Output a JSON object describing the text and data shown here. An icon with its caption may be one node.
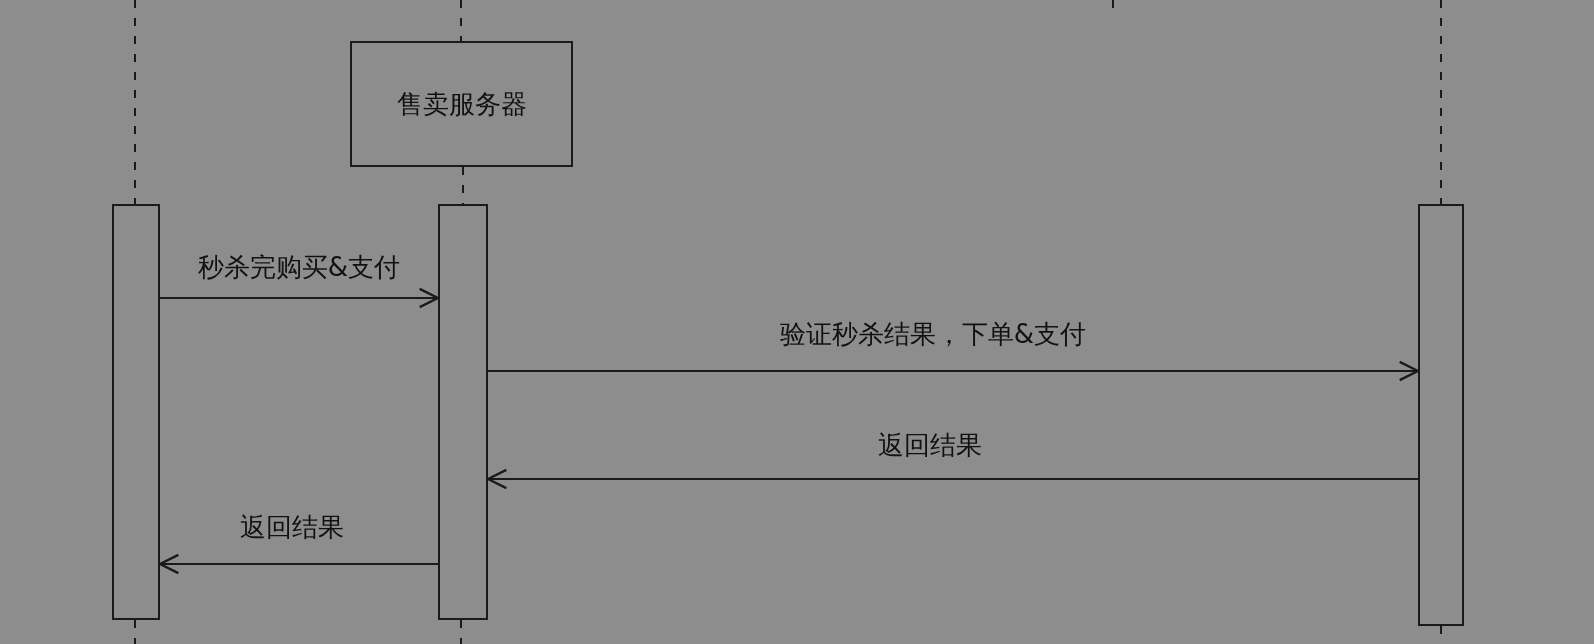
{
  "diagram": {
    "nodes": [
      {
        "text": [
          "售卖服务器"
        ]
      },
      {
        "text": [],
        "shape": "bar"
      },
      {
        "text": [],
        "shape": "bar"
      },
      {
        "text": [],
        "shape": "bar"
      }
    ],
    "edges": [
      {
        "from": 1,
        "to": 2,
        "arrow": "to",
        "label": "秒杀完购买&支付"
      },
      {
        "from": 2,
        "to": 3,
        "arrow": "to",
        "label": "验证秒杀结果，下单&支付"
      },
      {
        "from": 3,
        "to": 2,
        "arrow": "to",
        "label": "返回结果"
      },
      {
        "from": 2,
        "to": 1,
        "arrow": "to",
        "label": "返回结果"
      },
      {
        "from": 0,
        "to": 2,
        "arrow": "none",
        "style": "dashed"
      }
    ]
  }
}
